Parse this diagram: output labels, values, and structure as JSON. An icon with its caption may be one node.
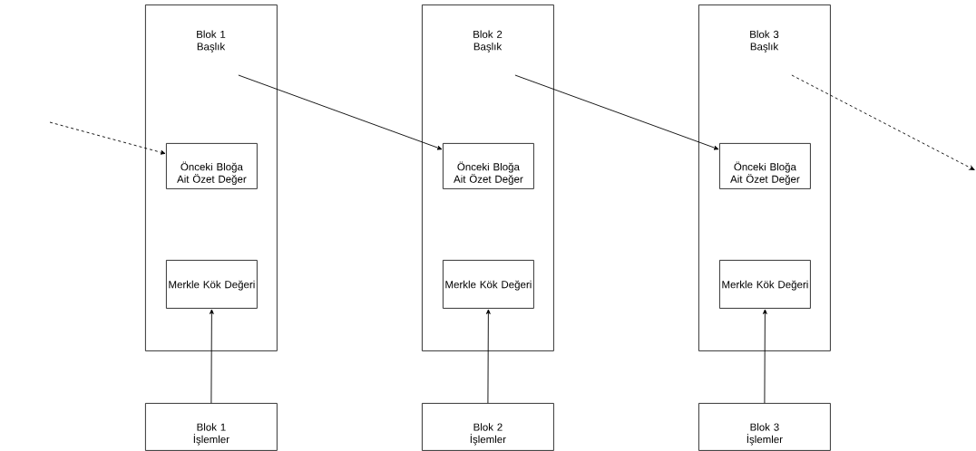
{
  "diagram": {
    "nodes": [
      {
        "text": [
          "Blok 1 Başlık"
        ]
      },
      {
        "text": [
          "Önceki Bloğa Ait Özet Değer"
        ],
        "in": 0
      },
      {
        "text": [
          "Merkle Kök Değeri"
        ],
        "in": 0
      },
      {
        "text": [
          "Blok 2 Başlık"
        ]
      },
      {
        "text": [
          "Önceki Bloğa Ait Özet Değer"
        ],
        "in": 3
      },
      {
        "text": [
          "Merkle Kök Değeri"
        ],
        "in": 3
      },
      {
        "text": [
          "Blok 3 Başlık"
        ]
      },
      {
        "text": [
          "Önceki Bloğa Ait Özet Değer"
        ],
        "in": 6
      },
      {
        "text": [
          "Merkle Kök Değeri"
        ],
        "in": 6
      },
      {
        "text": [
          "Blok 1 İşlemler"
        ]
      },
      {
        "text": [
          "Blok 2 İşlemler"
        ]
      },
      {
        "text": [
          "Blok 3 İşlemler"
        ]
      }
    ],
    "edges": [
      {
        "from": null,
        "to": 1,
        "arrow": "to",
        "style": "dashed"
      },
      {
        "from": 0,
        "to": 4,
        "arrow": "to"
      },
      {
        "from": 3,
        "to": 7,
        "arrow": "to"
      },
      {
        "from": 6,
        "to": null,
        "arrow": "to",
        "style": "dashed"
      },
      {
        "from": 9,
        "to": 2,
        "arrow": "to"
      },
      {
        "from": 10,
        "to": 5,
        "arrow": "to"
      },
      {
        "from": 11,
        "to": 8,
        "arrow": "to"
      }
    ]
  }
}
